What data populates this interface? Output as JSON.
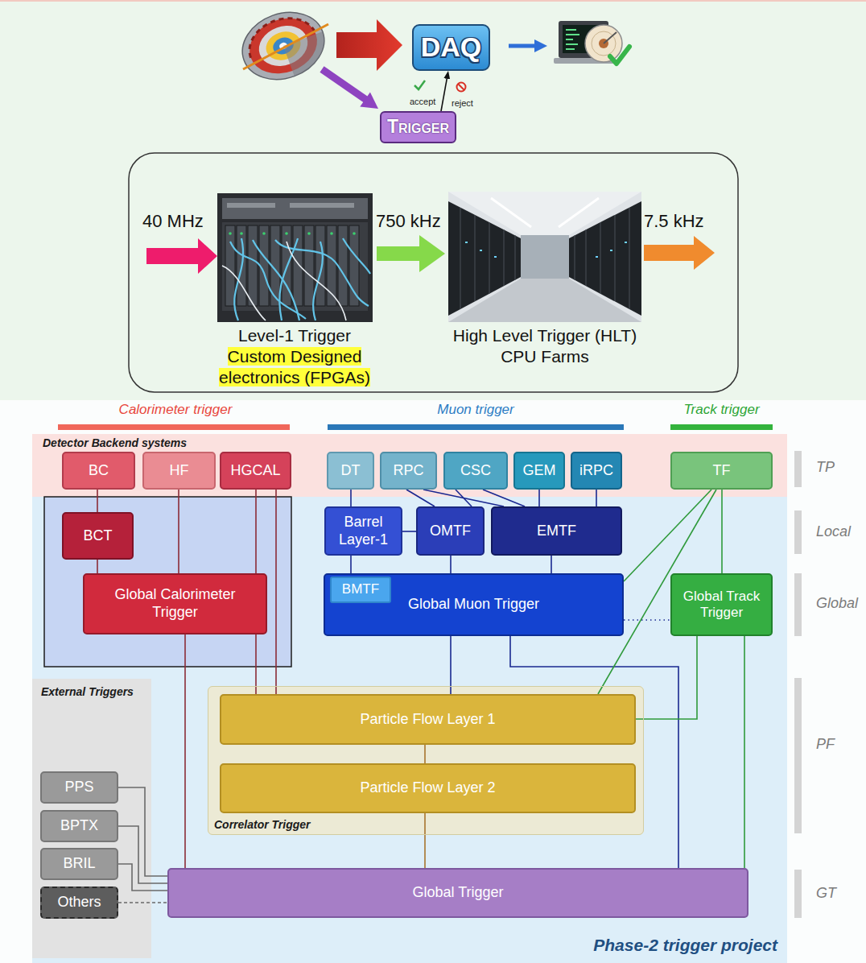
{
  "diagram": {
    "nodes": [
      {
        "text": [
          "DAQ"
        ]
      },
      {
        "text": [
          "TRIGGER"
        ]
      },
      {
        "text": [
          "Level-1 Trigger",
          "Custom Designed electronics (FPGAs)"
        ]
      },
      {
        "text": [
          "High Level Trigger (HLT) CPU Farms"
        ]
      },
      {
        "text": [
          "Detector Backend systems"
        ]
      },
      {
        "text": [
          "BC"
        ],
        "in": 4
      },
      {
        "text": [
          "HF"
        ],
        "in": 4
      },
      {
        "text": [
          "HGCAL"
        ],
        "in": 4
      },
      {
        "text": [
          "DT"
        ],
        "in": 4
      },
      {
        "text": [
          "RPC"
        ],
        "in": 4
      },
      {
        "text": [
          "CSC"
        ],
        "in": 4
      },
      {
        "text": [
          "GEM"
        ],
        "in": 4
      },
      {
        "text": [
          "iRPC"
        ],
        "in": 4
      },
      {
        "text": [
          "TF"
        ],
        "in": 4
      },
      {
        "text": [
          "Phase-2 trigger project"
        ]
      },
      {
        "text": [
          "BCT"
        ],
        "in": 14
      },
      {
        "text": [
          "Global Calorimeter Trigger"
        ],
        "in": 14
      },
      {
        "text": [
          "Barrel Layer-1"
        ],
        "in": 14
      },
      {
        "text": [
          "OMTF"
        ],
        "in": 14
      },
      {
        "text": [
          "EMTF"
        ],
        "in": 14
      },
      {
        "text": [
          "Global Muon Trigger"
        ],
        "in": 14
      },
      {
        "text": [
          "BMTF"
        ],
        "in": 20
      },
      {
        "text": [
          "Global Track Trigger"
        ],
        "in": 14
      },
      {
        "text": [
          "External Triggers"
        ],
        "in": 14
      },
      {
        "text": [
          "PPS"
        ],
        "in": 23
      },
      {
        "text": [
          "BPTX"
        ],
        "in": 23
      },
      {
        "text": [
          "BRIL"
        ],
        "in": 23
      },
      {
        "text": [
          "Others"
        ],
        "in": 23
      },
      {
        "text": [
          "Correlator Trigger"
        ],
        "in": 14
      },
      {
        "text": [
          "Particle Flow Layer 1"
        ],
        "in": 28
      },
      {
        "text": [
          "Particle Flow Layer 2"
        ],
        "in": 28
      },
      {
        "text": [
          "Global Trigger"
        ],
        "in": 14
      }
    ],
    "edges": [
      {
        "from": 1,
        "to": 0,
        "arrow": "to"
      },
      {
        "from": 2,
        "to": 3,
        "arrow": "to",
        "label": "750 kHz"
      },
      {
        "from": 5,
        "to": 15,
        "arrow": "none"
      },
      {
        "from": 15,
        "to": 16,
        "arrow": "none"
      },
      {
        "from": 6,
        "to": 16,
        "arrow": "none"
      },
      {
        "from": 7,
        "to": 16,
        "arrow": "none"
      },
      {
        "from": 7,
        "to": 29,
        "arrow": "none"
      },
      {
        "from": 16,
        "to": 29,
        "arrow": "none"
      },
      {
        "from": 16,
        "to": 31,
        "arrow": "none"
      },
      {
        "from": 8,
        "to": 17,
        "arrow": "none"
      },
      {
        "from": 9,
        "to": 18,
        "arrow": "none"
      },
      {
        "from": 9,
        "to": 19,
        "arrow": "none"
      },
      {
        "from": 10,
        "to": 18,
        "arrow": "none"
      },
      {
        "from": 10,
        "to": 19,
        "arrow": "none"
      },
      {
        "from": 11,
        "to": 19,
        "arrow": "none"
      },
      {
        "from": 12,
        "to": 19,
        "arrow": "none"
      },
      {
        "from": 17,
        "to": 18,
        "arrow": "none"
      },
      {
        "from": 17,
        "to": 20,
        "arrow": "none"
      },
      {
        "from": 18,
        "to": 20,
        "arrow": "none"
      },
      {
        "from": 19,
        "to": 20,
        "arrow": "none"
      },
      {
        "from": 20,
        "to": 29,
        "arrow": "none"
      },
      {
        "from": 20,
        "to": 31,
        "arrow": "none"
      },
      {
        "from": 20,
        "to": 22,
        "arrow": "none"
      },
      {
        "from": 13,
        "to": 20,
        "arrow": "none"
      },
      {
        "from": 13,
        "to": 29,
        "arrow": "none"
      },
      {
        "from": 13,
        "to": 22,
        "arrow": "none"
      },
      {
        "from": 22,
        "to": 29,
        "arrow": "none"
      },
      {
        "from": 22,
        "to": 31,
        "arrow": "none"
      },
      {
        "from": 29,
        "to": 30,
        "arrow": "none"
      },
      {
        "from": 30,
        "to": 31,
        "arrow": "none"
      },
      {
        "from": 24,
        "to": 31,
        "arrow": "none"
      },
      {
        "from": 25,
        "to": 31,
        "arrow": "none"
      },
      {
        "from": 26,
        "to": 31,
        "arrow": "none"
      },
      {
        "from": 27,
        "to": 31,
        "arrow": "none"
      }
    ],
    "labels": [
      "accept",
      "reject",
      "40 MHz",
      "7.5 kHz",
      "Calorimeter trigger",
      "Muon trigger",
      "Track trigger",
      "TP",
      "Local",
      "Global",
      "PF",
      "GT"
    ]
  }
}
